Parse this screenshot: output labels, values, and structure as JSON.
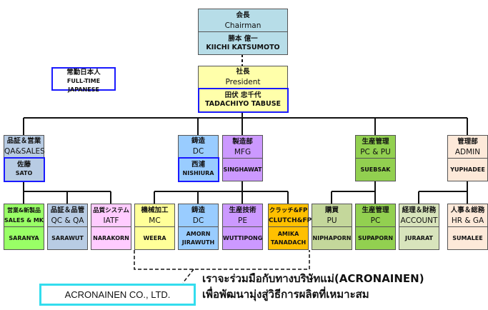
{
  "legend": {
    "jp": "常勤日本人",
    "en": "FULL-TIME JAPANESE"
  },
  "chairman": {
    "jp": "会長",
    "en": "Chairman",
    "name_jp": "勝本 億一",
    "name_en": "KIICHI KATSUMOTO"
  },
  "president": {
    "jp": "社長",
    "en": "President",
    "name_jp": "田伏 忠千代",
    "name_en": "TADACHIYO TABUSE"
  },
  "departments": [
    {
      "jp": "品証＆営業",
      "en": "QA&SALES",
      "name_jp": "佐藤",
      "name": "SATO"
    },
    {
      "jp": "鋳造",
      "en": "DC",
      "name_jp": "西浦",
      "name": "NISHIURA"
    },
    {
      "jp": "製造部",
      "en": "MFG",
      "name": "SINGHAWAT"
    },
    {
      "jp": "生産管理",
      "en": "PC & PU",
      "name": "SUEBSAK"
    },
    {
      "jp": "管理部",
      "en": "ADMIN",
      "name": "YUPHADEE"
    }
  ],
  "sections": [
    {
      "jp": "営業&新製品",
      "en": "SALES & MK",
      "name": "SARANYA"
    },
    {
      "jp": "品証＆品管",
      "en": "QC & QA",
      "name": "SARAWUT"
    },
    {
      "jp": "品質システム",
      "en": "IATF",
      "name": "NARAKORN"
    },
    {
      "jp": "機械加工",
      "en": "MC",
      "name": "WEERA"
    },
    {
      "jp": "鋳造",
      "en": "DC",
      "name": "AMORN",
      "name2": "JIRAWUTH"
    },
    {
      "jp": "生産技術",
      "en": "PE",
      "name": "WUTTIPONG"
    },
    {
      "jp": "クラッチ&FP",
      "en": "CLUTCH&FP",
      "name": "AMIKA",
      "name2": "TANADACH"
    },
    {
      "jp": "購買",
      "en": "PU",
      "name": "NIPHAPORN"
    },
    {
      "jp": "生産管理",
      "en": "PC",
      "name": "SUPAPORN"
    },
    {
      "jp": "経理＆財務",
      "en": "ACCOUNT",
      "name": "JURARAT"
    },
    {
      "jp": "人事＆総務",
      "en": "HR & GA",
      "name": "SUMALEE"
    }
  ],
  "parent_company": "ACRONAINEN CO., LTD.",
  "note": {
    "line1": "เราจะร่วมมือกับทางบริษัทแม่(ACRONAINEN)",
    "line2": "เพื่อพัฒนามุ่งสู่วิธีการผลิตที่เหมาะสม"
  },
  "colors": {
    "chairman": "#b7dde8",
    "president": "#ffffaa",
    "qa": "#b8cce4",
    "dc": "#99ccff",
    "mfg": "#cc99ff",
    "pcpu": "#92d050",
    "admin": "#fde9d9",
    "sales": "#99ff66",
    "iatf": "#ffccff",
    "mc": "#ffff99",
    "clutch": "#ffc000",
    "pu": "#c4d79b",
    "account": "#d8e4bc",
    "parent_border": "#33ddee"
  }
}
